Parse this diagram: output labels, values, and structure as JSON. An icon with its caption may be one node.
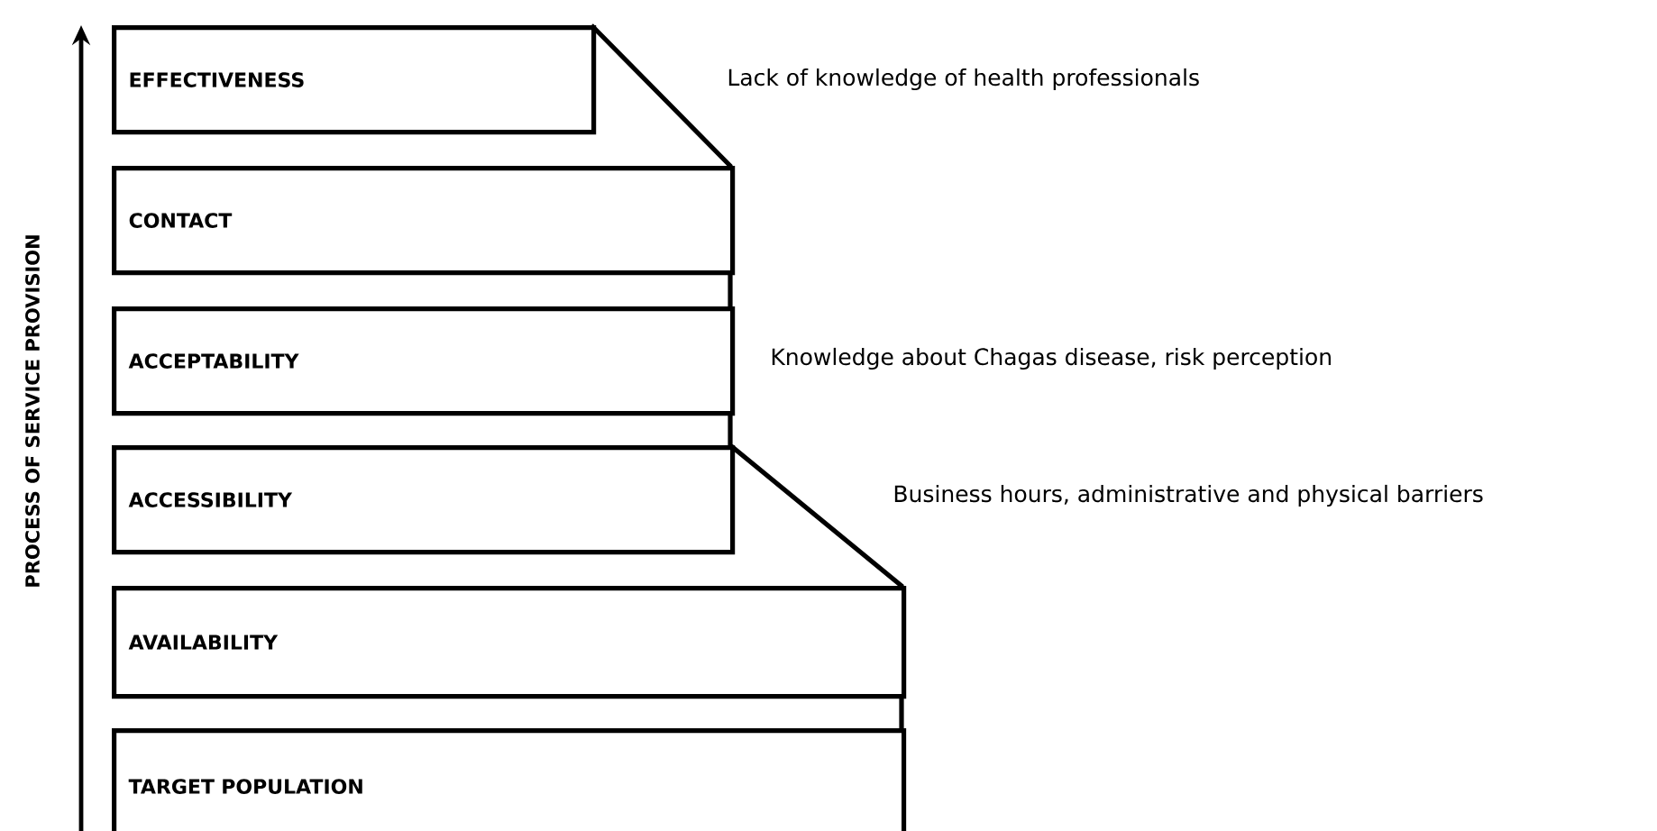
{
  "diagram": {
    "nodes": [
      {
        "text": [
          "EFFECTIVENESS"
        ]
      },
      {
        "text": [
          "CONTACT"
        ]
      },
      {
        "text": [
          "ACCEPTABILITY"
        ]
      },
      {
        "text": [
          "ACCESSIBILITY"
        ]
      },
      {
        "text": [
          "AVAILABILITY"
        ]
      },
      {
        "text": [
          "TARGET POPULATION"
        ]
      }
    ],
    "labels": [
      "PROCESS OF SERVICE PROVISION",
      "Lack of knowledge of health professionals",
      "Knowledge about Chagas disease, risk perception",
      "Business hours, administrative and physical barriers"
    ]
  }
}
